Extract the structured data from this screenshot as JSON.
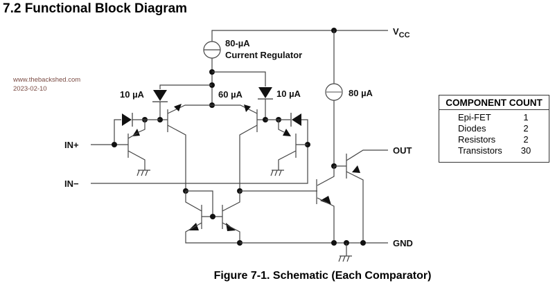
{
  "heading": "7.2 Functional Block Diagram",
  "watermark": {
    "site": "www.thebackshed.com",
    "date": "2023-02-10"
  },
  "schematic": {
    "labels": {
      "vcc_main": "V",
      "vcc_sub": "CC",
      "regulator_current": "80-µA",
      "regulator_name": "Current Regulator",
      "left_diode_current": "10 µA",
      "center_current": "60 µA",
      "right_diode_current": "10 µA",
      "output_source_current": "80 µA",
      "in_plus": "IN+",
      "in_minus": "IN−",
      "out": "OUT",
      "gnd": "GND"
    }
  },
  "component_count": {
    "title": "COMPONENT COUNT",
    "rows": [
      {
        "name": "Epi-FET",
        "count": "1"
      },
      {
        "name": "Diodes",
        "count": "2"
      },
      {
        "name": "Resistors",
        "count": "2"
      },
      {
        "name": "Transistors",
        "count": "30"
      }
    ]
  },
  "caption": "Figure 7-1. Schematic (Each Comparator)"
}
